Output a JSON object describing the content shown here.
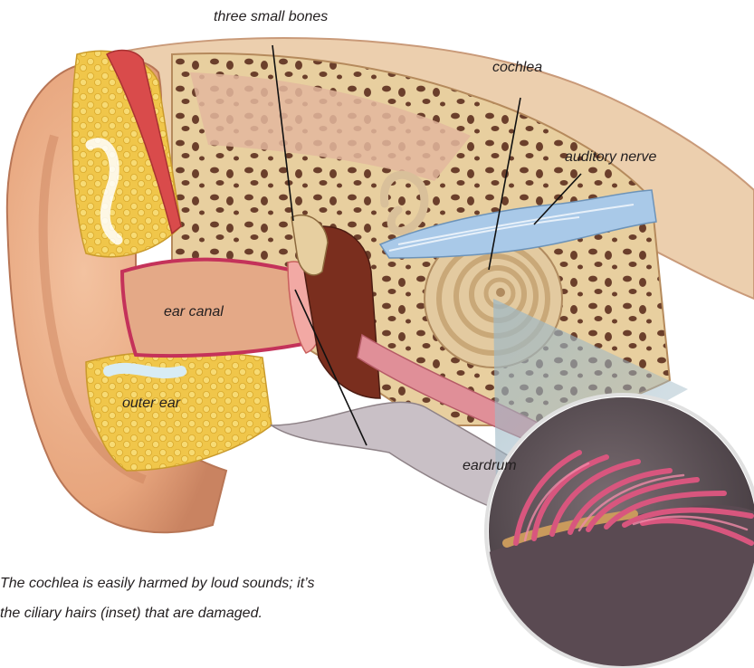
{
  "labels": {
    "small_bones": "three small bones",
    "cochlea": "cochlea",
    "auditory_nerve": "auditory nerve",
    "ear_canal": "ear canal",
    "outer_ear": "outer ear",
    "eardrum": "eardrum"
  },
  "caption": {
    "line1": "The cochlea is easily harmed by loud sounds; it’s",
    "line2": "the ciliary hairs (inset) that are damaged."
  },
  "colors": {
    "skin": "#e8a77f",
    "skin_dark": "#c9805c",
    "fat": "#f2cf4f",
    "bone": "#e6c99a",
    "bone_holes": "#6b3f2b",
    "muscle": "#d94b4b",
    "nerve": "#a9c9e8",
    "cochlea": "#e3caa0",
    "hair_cells": "#d8567e",
    "inset_bg": "#5c5258"
  }
}
